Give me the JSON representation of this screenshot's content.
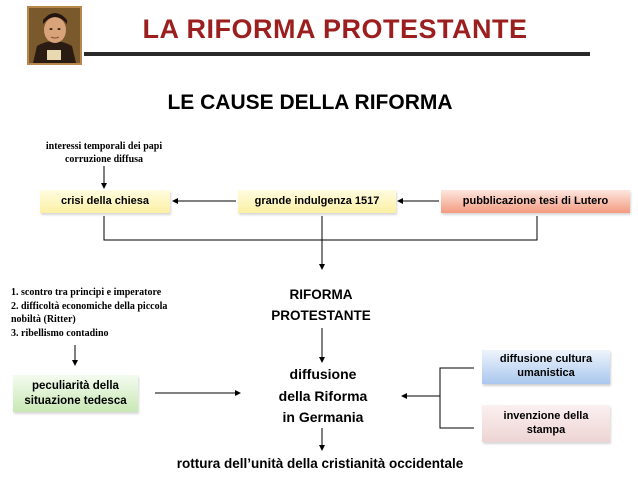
{
  "header": {
    "title": "LA RIFORMA PROTESTANTE",
    "subtitle": "LE CAUSE DELLA RIFORMA"
  },
  "icons": {
    "portrait": "portrait-of-luther-icon"
  },
  "diagram": {
    "top_causes": [
      "interessi temporali dei papi",
      "corruzione diffusa"
    ],
    "boxes": {
      "crisi": "crisi della chiesa",
      "indulgenza": "grande indulgenza 1517",
      "tesi": "pubblicazione tesi di Lutero",
      "peculiarita": [
        "peculiarità della",
        "situazione tedesca"
      ],
      "umanistica": [
        "diffusione cultura",
        "umanistica"
      ],
      "stampa": [
        "invenzione della",
        "stampa"
      ]
    },
    "riforma": [
      "RIFORMA",
      "PROTESTANTE"
    ],
    "german_causes": [
      "1. scontro tra principi e imperatore",
      "2. difficoltà economiche della piccola",
      "nobiltà (Ritter)",
      "3. ribellismo contadino"
    ],
    "diffusione": [
      "diffusione",
      "della Riforma",
      "in Germania"
    ],
    "rottura": "rottura dell’unità della cristianità occidentale"
  },
  "colors": {
    "title": "#9b1f1f",
    "yellow_box": "#fbf0a4",
    "orange_box": "#f39a80",
    "green_box": "#c8e8b4",
    "blue_box": "#a9c7ee",
    "pink_box": "#eed4d4"
  }
}
